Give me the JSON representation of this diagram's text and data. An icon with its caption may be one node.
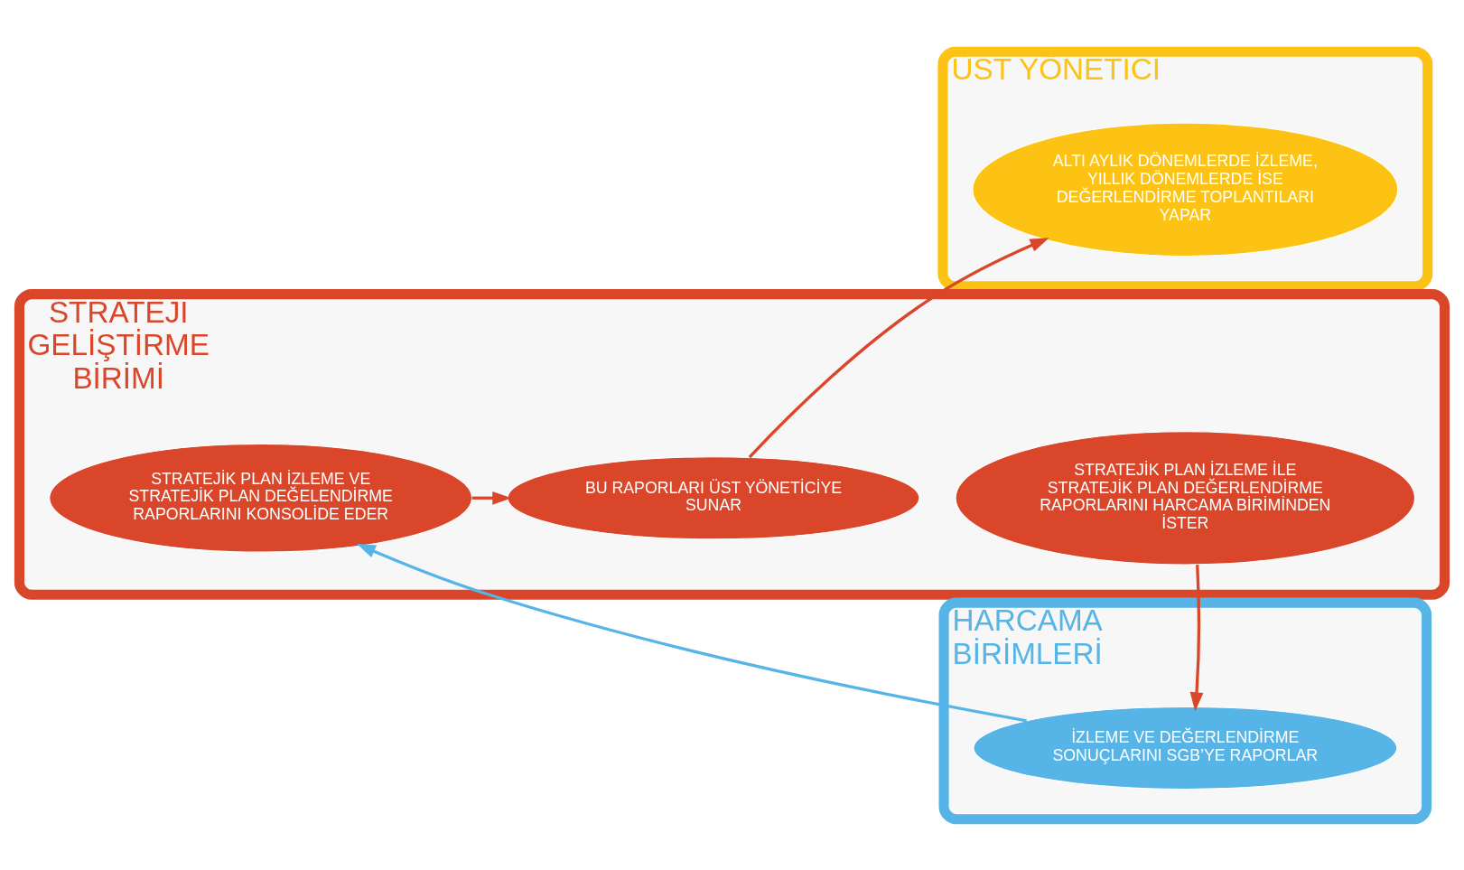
{
  "diagram": {
    "nodes": [
      {
        "text": [
          "ÜST YÖNETİCİ"
        ]
      },
      {
        "text": [
          "ALTI AYLIK DÖNEMLERDE İZLEME, YILLIK DÖNEMLERDE İSE DEĞERLENDİRME TOPLANTILARI YAPAR"
        ],
        "in": 0
      },
      {
        "text": [
          "STRATEJİ GELİŞTİRME BİRİMİ"
        ]
      },
      {
        "text": [
          "STRATEJİK PLAN İZLEME İLE STRATEJİK PLAN DEĞERLENDİRME RAPORLARINI HARCAMA BİRİMİNDEN İSTER"
        ],
        "in": 2
      },
      {
        "text": [
          "BU RAPORLARI ÜST YÖNETİCİYE SUNAR"
        ],
        "in": 2
      },
      {
        "text": [
          "STRATEJİK PLAN İZLEME VE STRATEJİK PLAN DEĞELENDİRME RAPORLARINI KONSOLİDE EDER"
        ],
        "in": 2
      },
      {
        "text": [
          "HARCAMA BİRİMLERİ"
        ]
      },
      {
        "text": [
          "İZLEME VE DEĞERLENDİRME SONUÇLARINI SGB’YE RAPORLAR"
        ],
        "in": 6
      }
    ],
    "edges": [
      {
        "from": 3,
        "to": 7,
        "arrow": "to"
      },
      {
        "from": 7,
        "to": 5,
        "arrow": "to",
        "color": "#56b4e6"
      },
      {
        "from": 5,
        "to": 4,
        "arrow": "to"
      },
      {
        "from": 4,
        "to": 1,
        "arrow": "to"
      }
    ]
  }
}
